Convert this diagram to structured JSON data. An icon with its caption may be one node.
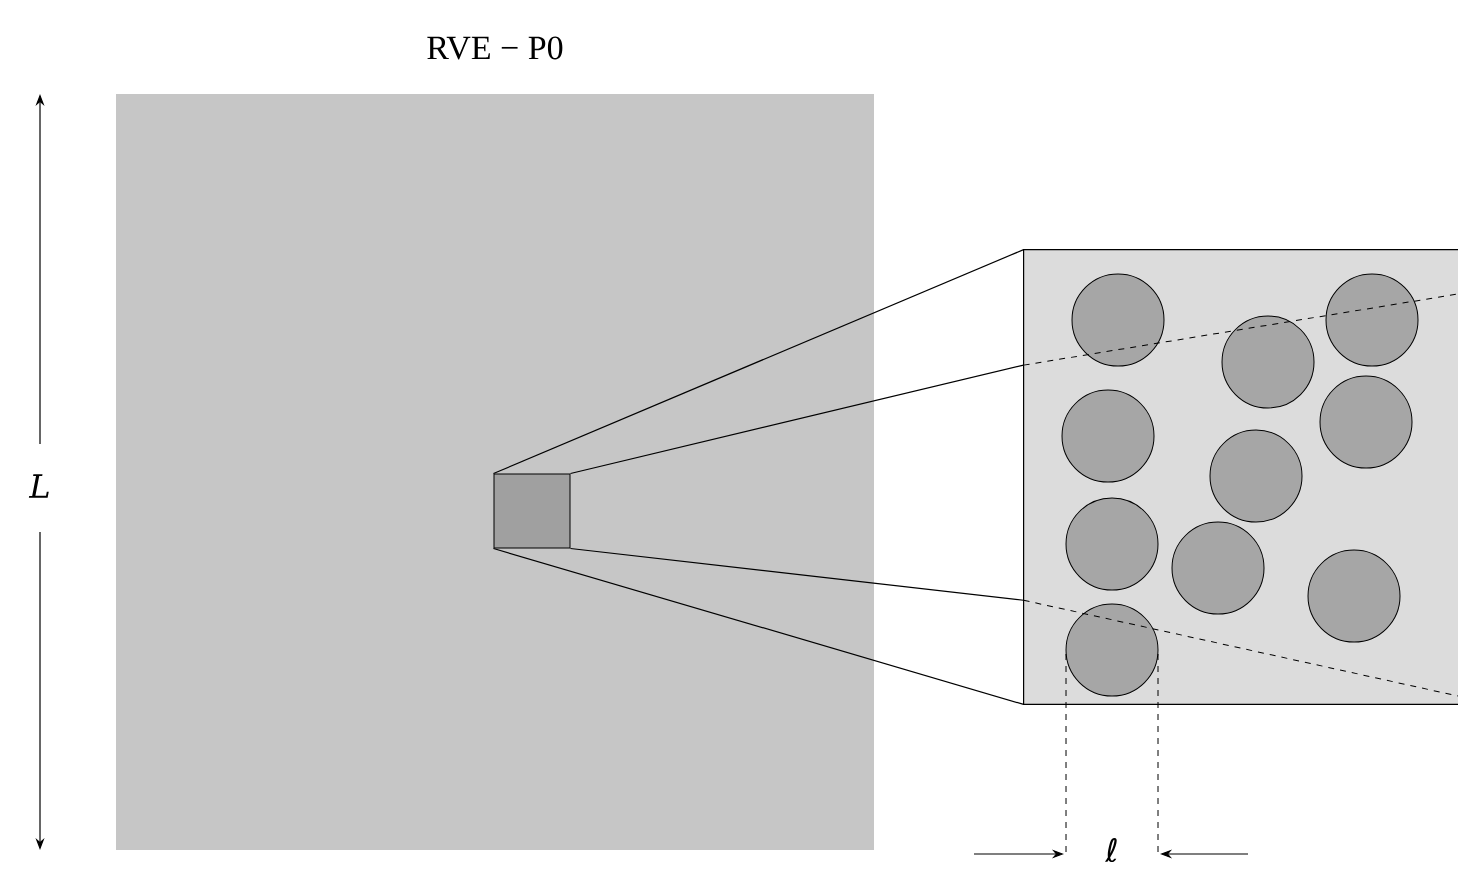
{
  "diagram": {
    "nodes": [
      {
        "text": [
          "RVE − P0"
        ]
      },
      {
        "text": [],
        "shape": "box",
        "in": 0
      },
      {
        "text": [],
        "shape": "box"
      }
    ],
    "edges": [
      {
        "from": 1,
        "to": 2,
        "arrow": "none"
      },
      {
        "from": 1,
        "to": 2,
        "arrow": "none"
      },
      {
        "from": 1,
        "to": 2,
        "arrow": "none"
      },
      {
        "from": 1,
        "to": 2,
        "arrow": "none"
      }
    ],
    "labels": [
      "L",
      "ℓ"
    ]
  }
}
